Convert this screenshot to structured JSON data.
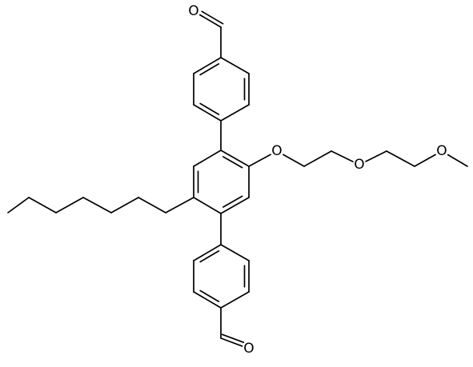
{
  "molecule": {
    "atoms": [
      {
        "id": "o_top",
        "element": "O",
        "label": "O"
      },
      {
        "id": "o_ether1",
        "element": "O",
        "label": "O"
      },
      {
        "id": "o_ether2",
        "element": "O",
        "label": "O"
      },
      {
        "id": "o_ether3",
        "element": "O",
        "label": "O"
      },
      {
        "id": "o_bottom",
        "element": "O",
        "label": "O"
      }
    ],
    "colors": {
      "bond": "#000000",
      "label": "#000000",
      "background": "#ffffff"
    }
  }
}
